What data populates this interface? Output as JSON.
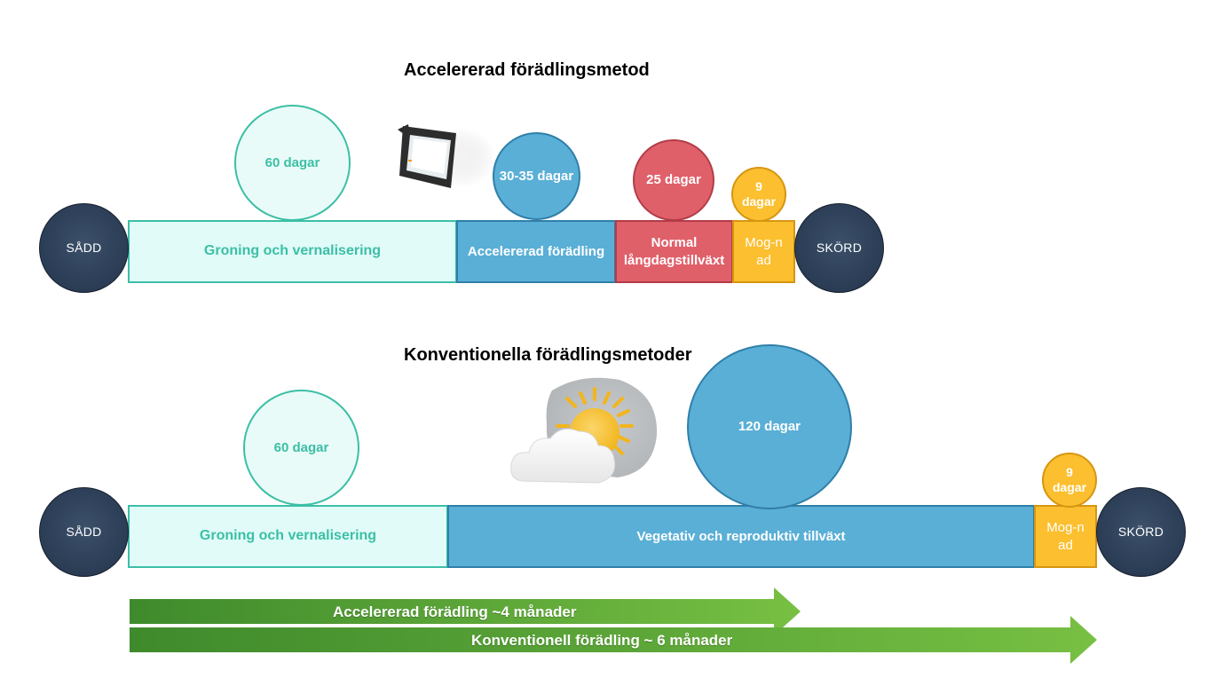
{
  "accelerated": {
    "title": "Accelererad förädlingsmetod",
    "start": "SÅDD",
    "end": "SKÖRD",
    "phases": [
      {
        "label": "Groning och vernalisering",
        "duration": "60 dagar"
      },
      {
        "label": "Accelererad förädling",
        "duration": "30-35 dagar"
      },
      {
        "label": "Normal långdagstillväxt",
        "duration": "25 dagar"
      },
      {
        "label": "Mog-nad",
        "duration": "9 dagar"
      }
    ],
    "icon": "grow-lamp-icon"
  },
  "conventional": {
    "title": "Konventionella förädlingsmetoder",
    "start": "SÅDD",
    "end": "SKÖRD",
    "phases": [
      {
        "label": "Groning och vernalisering",
        "duration": "60 dagar"
      },
      {
        "label": "Vegetativ och reproduktiv tillväxt",
        "duration": "120 dagar"
      },
      {
        "label": "Mog-nad",
        "duration": "9 dagar"
      }
    ],
    "icon": "sun-cloud-icon"
  },
  "arrows": [
    {
      "label": "Accelererad förädling ~4 månader"
    },
    {
      "label": "Konventionell förädling ~ 6 månader"
    }
  ],
  "colors": {
    "node": "#2b3c55",
    "teal": "#3cbfa6",
    "blue": "#5aafd6",
    "red": "#e0606a",
    "yellow": "#fbbf2f",
    "arrow_green": "#5aa43a"
  }
}
